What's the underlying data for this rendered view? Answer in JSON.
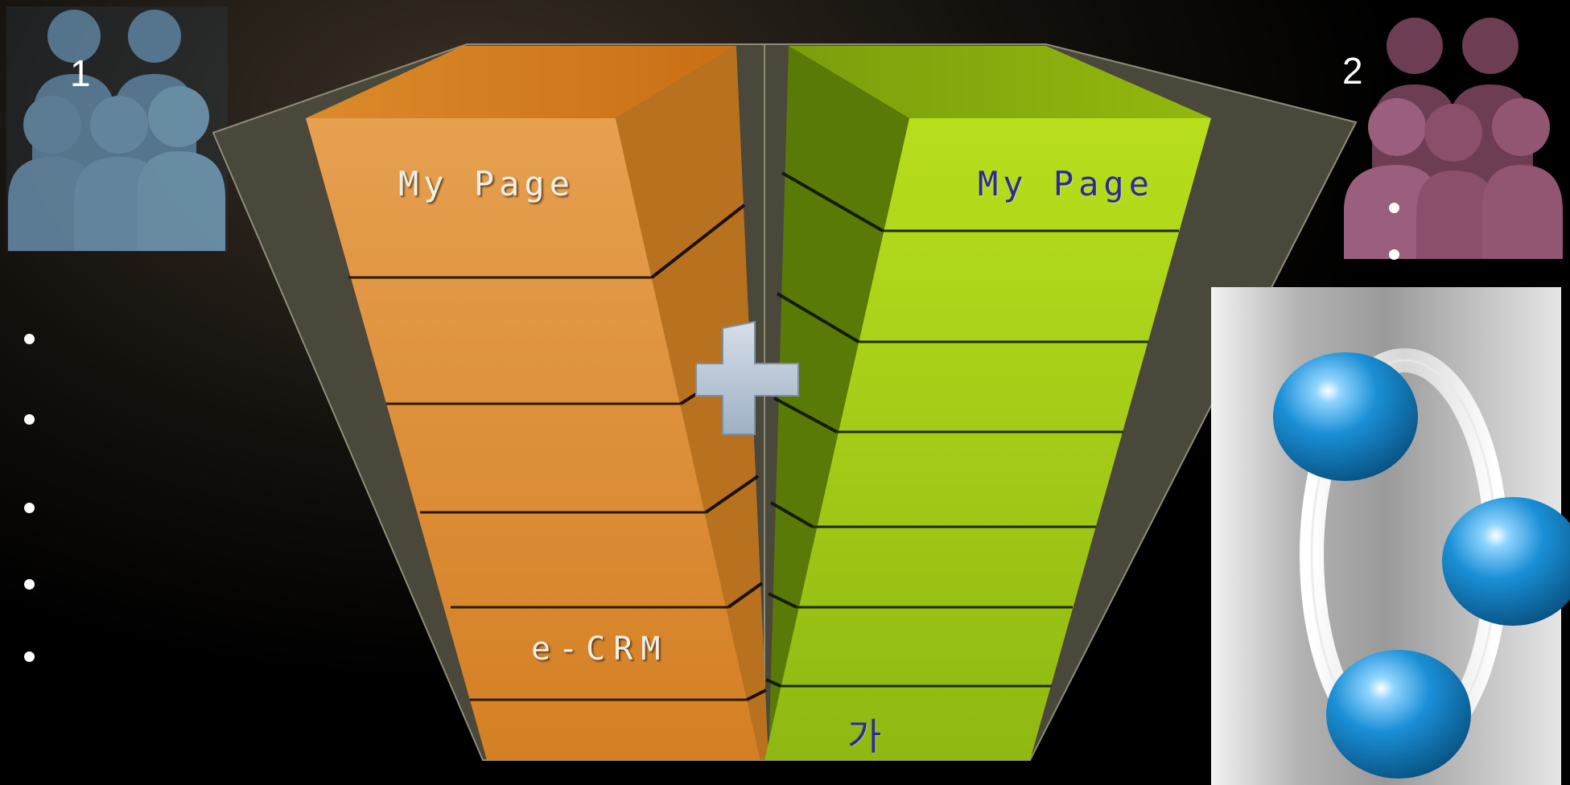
{
  "slide": {
    "group_left": {
      "number": "1",
      "color": "#5a7f9a",
      "icon": "people-group-icon",
      "bullets": [
        "",
        "",
        "",
        "",
        ""
      ]
    },
    "group_right": {
      "number": "2",
      "color": "#8a4f6b",
      "icon": "people-group-icon",
      "bullets": [
        "",
        ""
      ]
    },
    "column_left": {
      "color": "#e0923a",
      "label_top": "My Page",
      "label_bottom": "e-CRM"
    },
    "column_right": {
      "color": "#a6cf15",
      "label_top": "My Page",
      "label_bottom": "가"
    },
    "plus_icon": "plus-icon",
    "ring_graphic": {
      "icon": "three-spheres-ring-icon",
      "sphere_color": "#1a8fd6"
    }
  }
}
